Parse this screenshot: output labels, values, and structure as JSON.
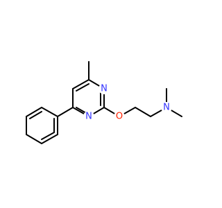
{
  "molecule": {
    "atoms": {
      "n_ring_top": {
        "symbol": "N",
        "color": "#3333ff"
      },
      "n_ring_bottom": {
        "symbol": "N",
        "color": "#3333ff"
      },
      "o_ether": {
        "symbol": "O",
        "color": "#ff2200"
      },
      "n_amine": {
        "symbol": "N",
        "color": "#3333ff"
      }
    },
    "bond_color": "#000000"
  }
}
